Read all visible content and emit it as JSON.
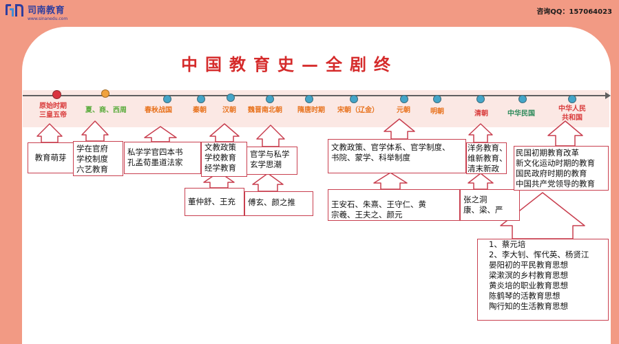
{
  "header": {
    "brand_name": "司南教育",
    "brand_url": "www.sinanedu.com",
    "contact": "咨询QQ：157064023"
  },
  "title": "中国教育史—全剧终",
  "colors": {
    "background": "#f29a84",
    "title": "#d52b2b",
    "axis": "#606060",
    "dot_blue": "#44a5c8",
    "dot_red": "#d9343f",
    "dot_orange": "#f0a23f",
    "box_border": "#c83e4e"
  },
  "periods": [
    {
      "label": "原始时期\n三皇五帝",
      "color": "#d93b3b"
    },
    {
      "label": "夏、商、西周",
      "color": "#5aab3c"
    },
    {
      "label": "春秋战国",
      "color": "#e8731e"
    },
    {
      "label": "秦朝",
      "color": "#e8731e"
    },
    {
      "label": "汉朝",
      "color": "#e8731e"
    },
    {
      "label": "魏晋南北朝",
      "color": "#e8731e"
    },
    {
      "label": "隋唐时期",
      "color": "#e8731e"
    },
    {
      "label": "宋朝（辽金）",
      "color": "#e8731e"
    },
    {
      "label": "元朝",
      "color": "#e8731e"
    },
    {
      "label": "明朝",
      "color": "#e8731e"
    },
    {
      "label": "清朝",
      "color": "#d93b3b"
    },
    {
      "label": "中华民国",
      "color": "#2d8a5a"
    },
    {
      "label": "中华人民\n共和国",
      "color": "#d93b3b"
    }
  ],
  "callouts": {
    "primitive": [
      "教育萌芽"
    ],
    "xia_shang": [
      "学在官府",
      "学校制度",
      "六艺教育"
    ],
    "spring_autumn": [
      "私学学官四本书",
      "孔孟荀墨道法家"
    ],
    "han": [
      "文教政策",
      "学校教育",
      "经学教育"
    ],
    "han_people": [
      "董仲舒、王充"
    ],
    "wei_jin": [
      "官学与私学",
      "玄学思潮"
    ],
    "wei_jin_people": [
      "傅玄、颜之推"
    ],
    "song_yuan": [
      "文教政策、官学体系、官学制度、",
      "书院、蒙学、科举制度"
    ],
    "song_people": [
      "王安石、朱熹、王守仁、黄",
      "宗羲、王夫之、颜元"
    ],
    "qing": [
      "洋务教育、",
      "维新教育、",
      "清末新政"
    ],
    "qing_people": [
      "张之洞",
      "康、梁、严"
    ],
    "roc": [
      "民国初期教育改革",
      "新文化运动时期的教育",
      "国民政府时期的教育",
      "中国共产党领导的教育"
    ],
    "roc_people": [
      "1、蔡元培",
      "2、李大钊、恽代英、杨贤江",
      "晏阳初的平民教育思想",
      "梁漱溟的乡村教育思想",
      "黄炎培的职业教育思想",
      "陈鹤琴的活教育思想",
      "陶行知的生活教育思想"
    ]
  }
}
